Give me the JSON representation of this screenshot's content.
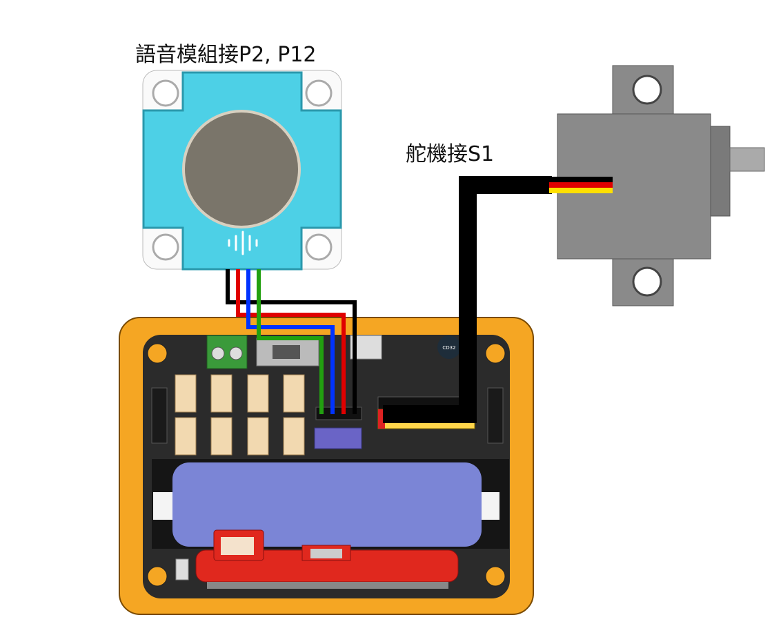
{
  "labels": {
    "voice_module": "語音模組接P2, P12",
    "servo": "舵機接S1",
    "chip_marking": "CD32"
  },
  "colors": {
    "board_frame": "#f5a623",
    "board_pcb": "#2b2b2b",
    "voice_module": "#4dd0e6",
    "battery": "#7b85d6",
    "servo_body": "#8a8a8a",
    "wire_black": "#000000",
    "wire_red": "#e00000",
    "wire_blue": "#0033ff",
    "wire_green": "#22a010",
    "servo_wire_yellow": "#ffe000"
  }
}
